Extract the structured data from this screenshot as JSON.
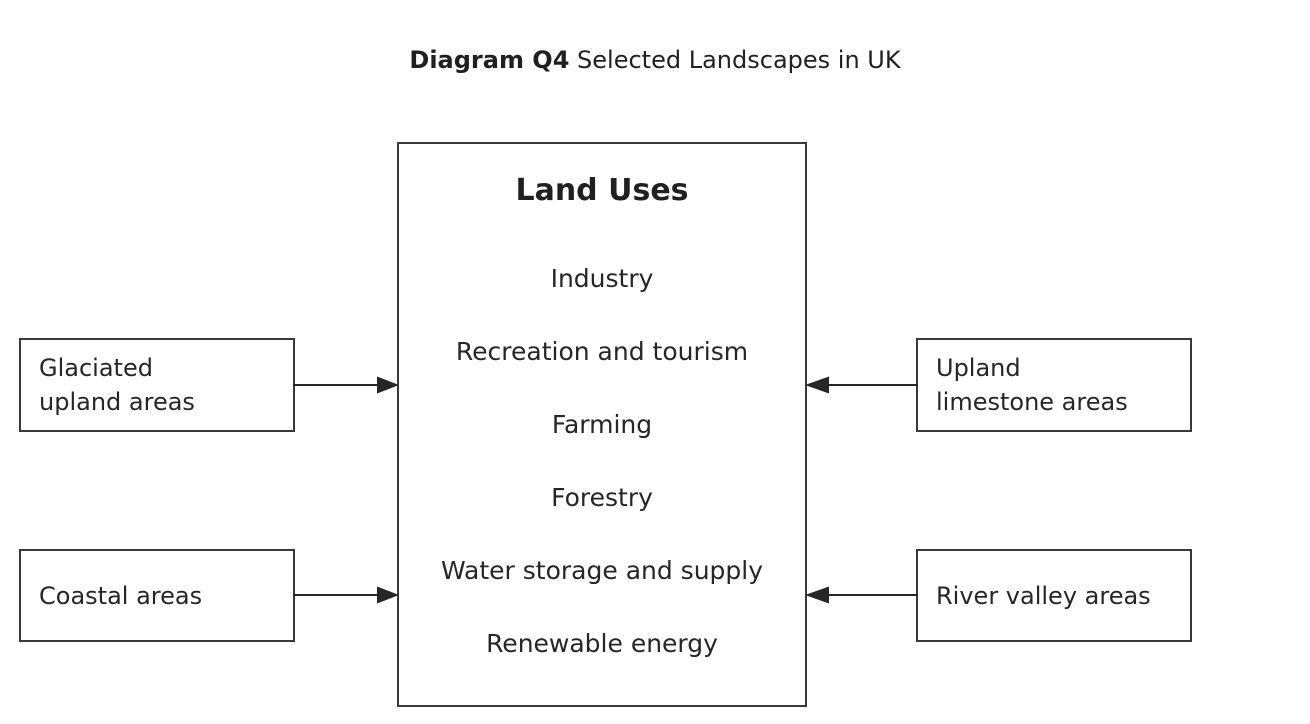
{
  "title": {
    "bold_prefix": "Diagram Q4",
    "rest": " Selected Landscapes in UK"
  },
  "central": {
    "heading": "Land Uses",
    "land_uses": [
      "Industry",
      "Recreation and tourism",
      "Farming",
      "Forestry",
      "Water storage and supply",
      "Renewable energy"
    ]
  },
  "landscapes": {
    "glaciated": "Glaciated\nupland areas",
    "coastal": "Coastal areas",
    "upland_limestone": "Upland\nlimestone areas",
    "river_valley": "River valley areas"
  },
  "colors": {
    "background": "#ffffff",
    "border": "#3a3a3a",
    "text": "#262626",
    "title_text": "#231f20"
  }
}
